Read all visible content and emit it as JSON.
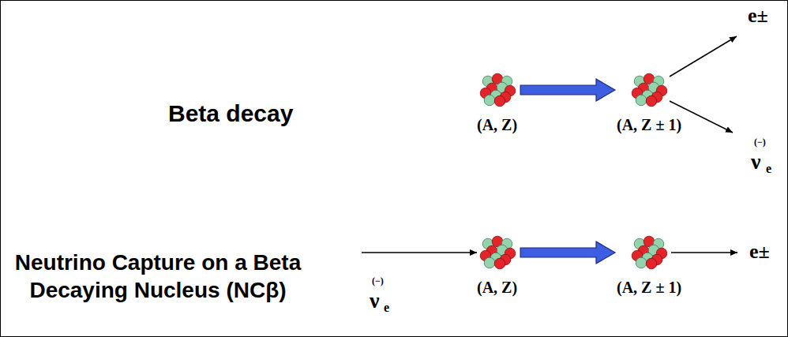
{
  "diagram": {
    "nodes": [
      {
        "text": [
          "(A, Z)"
        ]
      },
      {
        "text": [
          "(A, Z ± 1)"
        ]
      },
      {
        "text": [
          "(A, Z)"
        ]
      },
      {
        "text": [
          "(A, Z ± 1)"
        ]
      }
    ],
    "edges": [
      {
        "from": 0,
        "to": 1,
        "arrow": "to"
      },
      {
        "from": 2,
        "to": 3,
        "arrow": "to"
      }
    ],
    "labels": [
      "Beta decay",
      "e±",
      "(−)",
      "ν",
      "e",
      "Neutrino Capture on a Beta Decaying Nucleus (NCβ)",
      "(−)",
      "ν",
      "e",
      "e±"
    ]
  }
}
